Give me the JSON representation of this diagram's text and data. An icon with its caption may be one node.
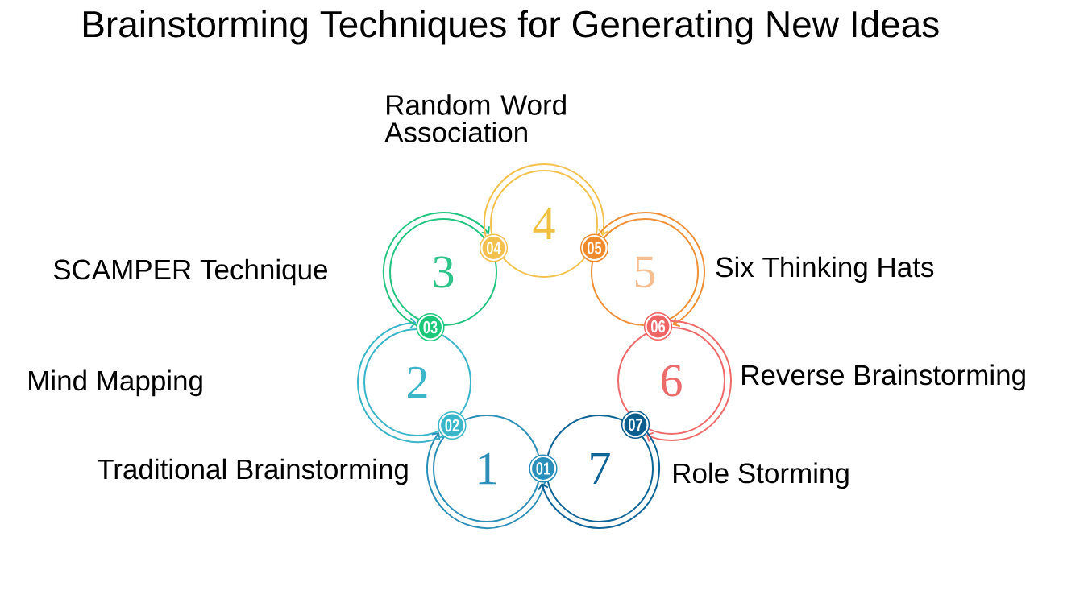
{
  "diagram": {
    "title": "Brainstorming Techniques for Generating New Ideas",
    "nodes": [
      {
        "text": [
          "1"
        ],
        "beside": [
          "Traditional Brainstorming"
        ]
      },
      {
        "text": [
          "2"
        ]
      },
      {
        "text": [
          "3"
        ],
        "beside": [
          "SCAMPER Technique"
        ]
      },
      {
        "text": [
          "4"
        ],
        "beside": [
          "Random Word Association"
        ]
      },
      {
        "text": [
          "5"
        ],
        "beside": [
          "Six Thinking Hats"
        ]
      },
      {
        "text": [
          "6"
        ],
        "beside": [
          "Reverse Brainstorming"
        ]
      },
      {
        "text": [
          "7"
        ],
        "beside": [
          "Role Storming"
        ]
      },
      {
        "text": [
          "01"
        ]
      },
      {
        "text": [
          "02"
        ]
      },
      {
        "text": [
          "03"
        ]
      },
      {
        "text": [
          "04"
        ]
      },
      {
        "text": [
          "05"
        ]
      },
      {
        "text": [
          "06"
        ]
      },
      {
        "text": [
          "07"
        ]
      }
    ],
    "edges": [
      {
        "from": 7,
        "to": 8,
        "arrow": "to",
        "color": "#2b8fb8"
      },
      {
        "from": 8,
        "to": 9,
        "arrow": "to",
        "color": "#3ab5c9"
      },
      {
        "from": 9,
        "to": 10,
        "arrow": "to",
        "color": "#22c47f"
      },
      {
        "from": 10,
        "to": 11,
        "arrow": "to",
        "color": "#f2c14e"
      },
      {
        "from": 11,
        "to": 12,
        "arrow": "to",
        "color": "#ef9038"
      },
      {
        "from": 12,
        "to": 13,
        "arrow": "to",
        "color": "#ee6b6b"
      },
      {
        "from": 13,
        "to": 7,
        "arrow": "to",
        "color": "#0f6497"
      }
    ],
    "labels": [
      "Mind Mapping"
    ]
  }
}
